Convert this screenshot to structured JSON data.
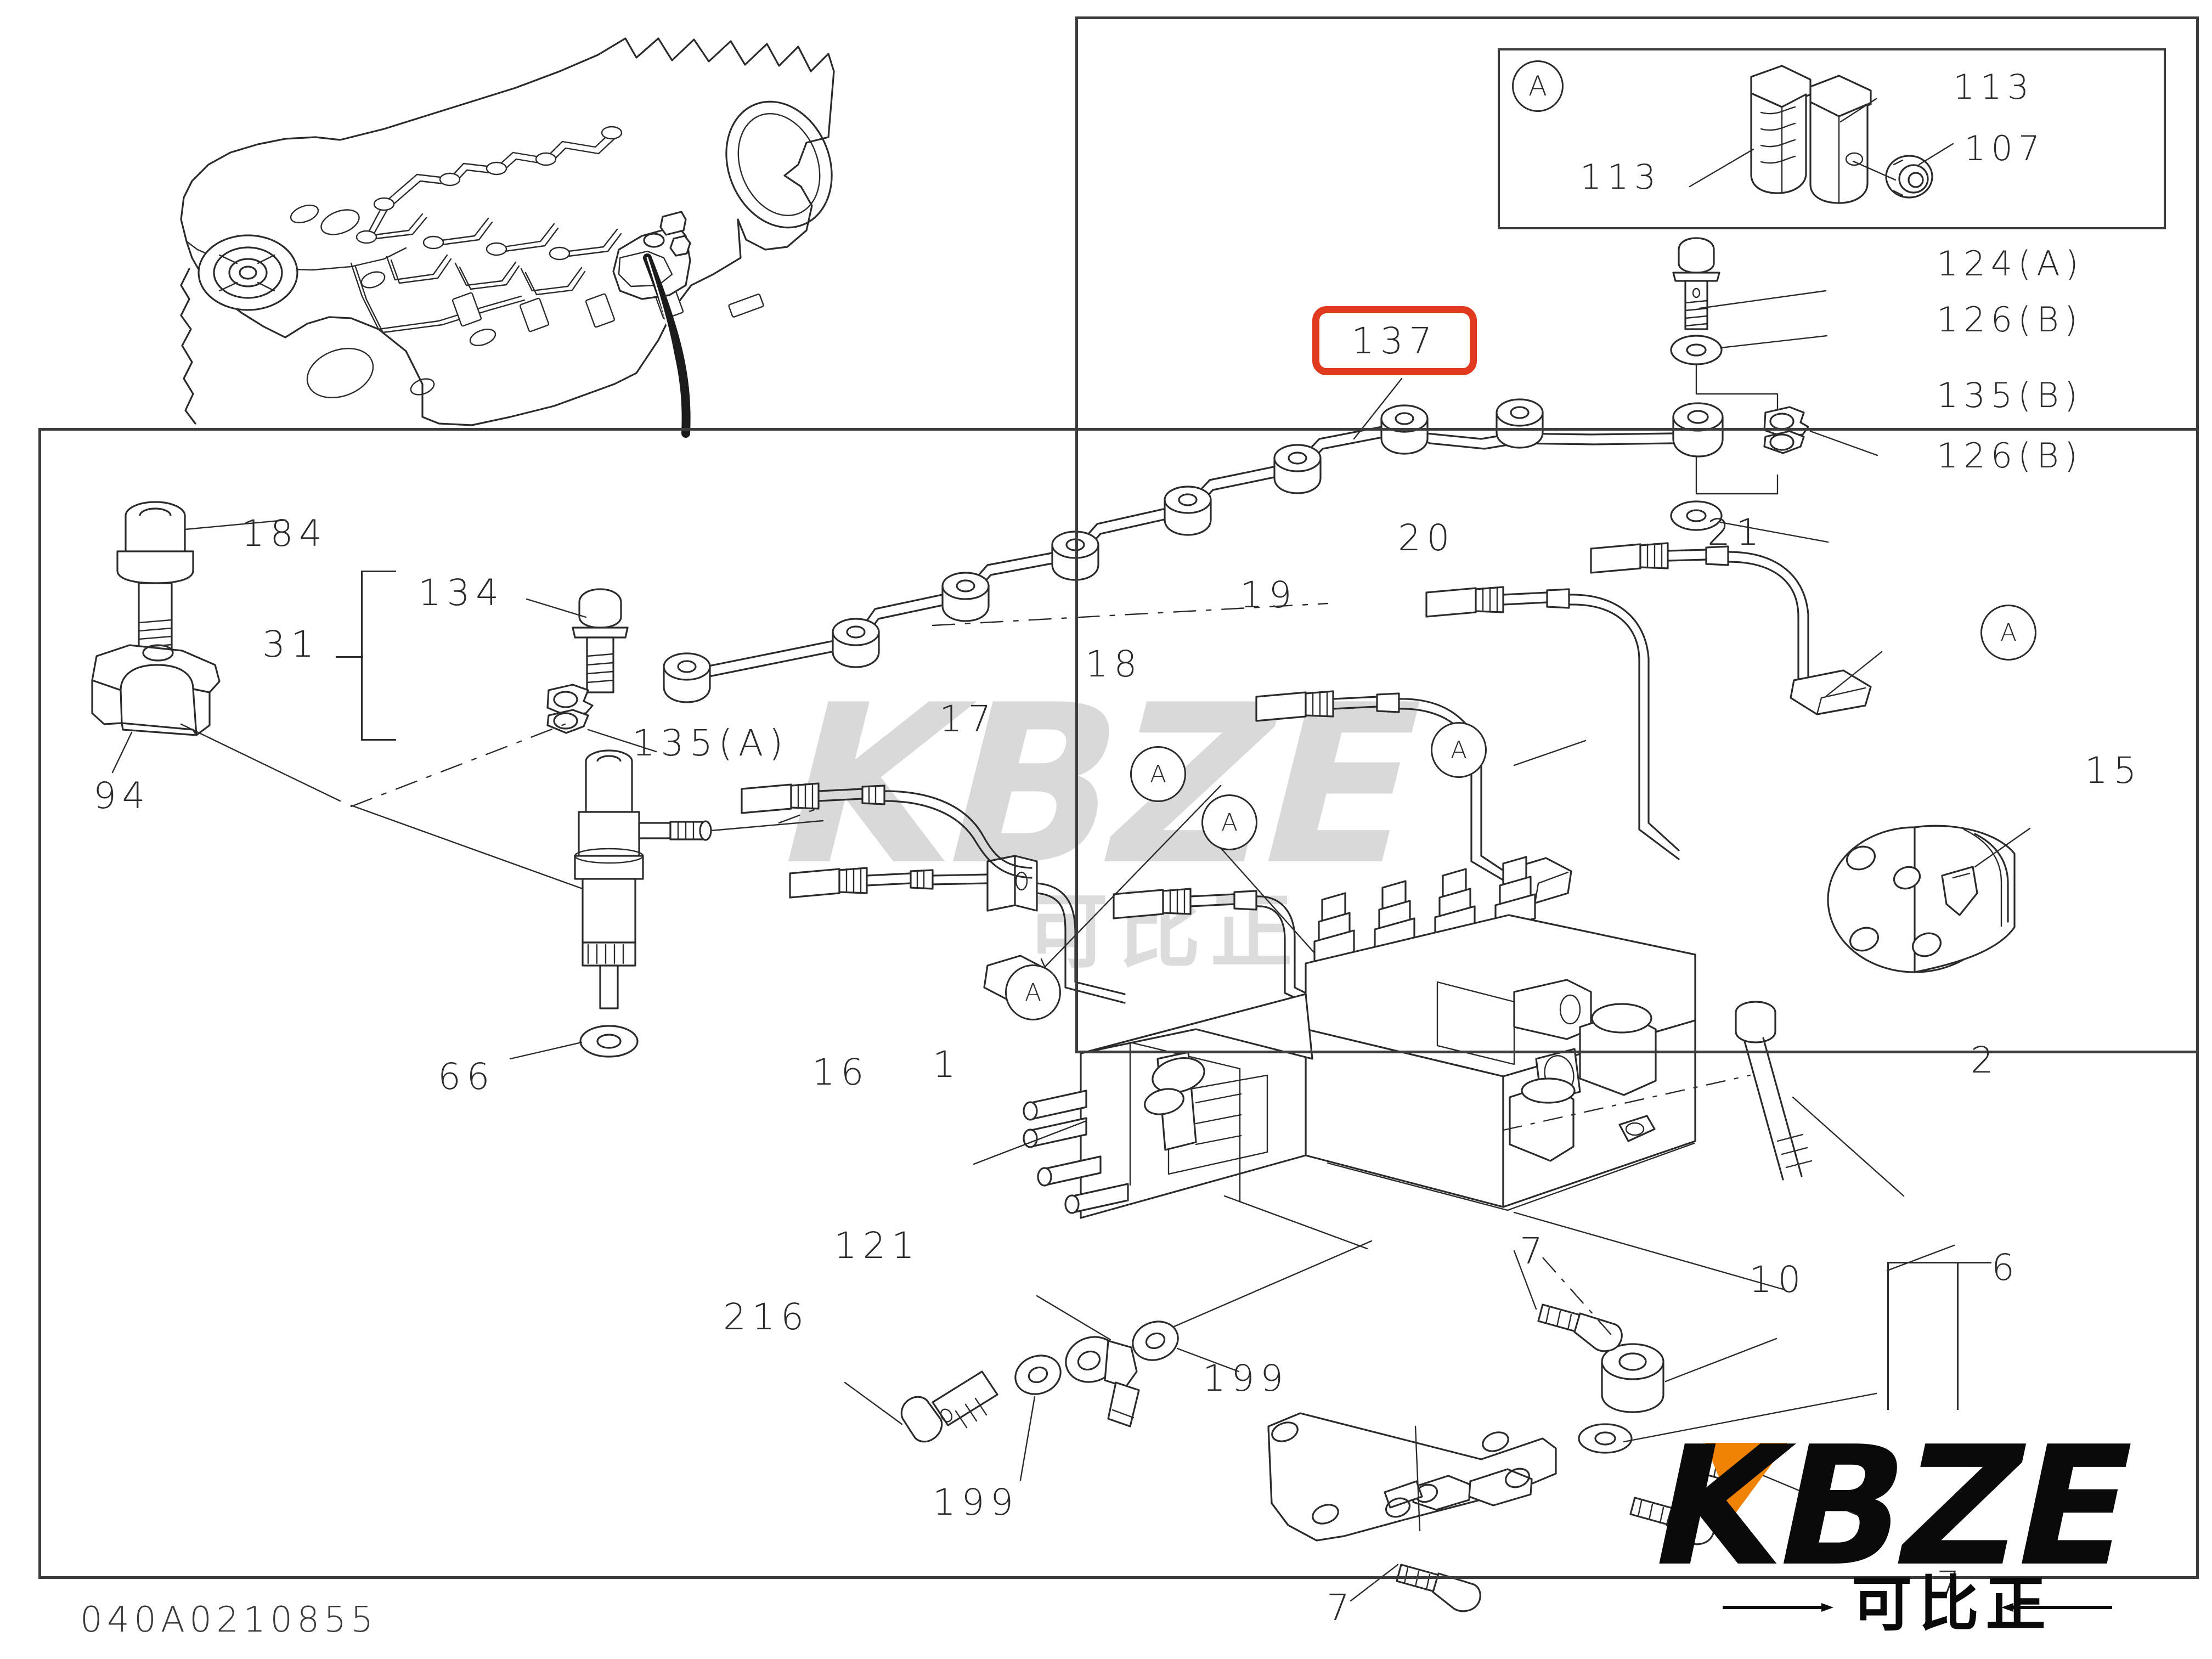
{
  "drawing": {
    "number": "040A0210855",
    "highlighted_part": "137",
    "highlight_color": "#E03A1E"
  },
  "detail_inset": {
    "marker": "A",
    "labels": [
      {
        "id": "113-left",
        "text": "113"
      },
      {
        "id": "113-right",
        "text": "113"
      },
      {
        "id": "107",
        "text": "107"
      }
    ]
  },
  "top_right_callouts": [
    {
      "id": "124A",
      "text": "124(A)"
    },
    {
      "id": "126B1",
      "text": "126(B)"
    },
    {
      "id": "135B",
      "text": "135(B)"
    },
    {
      "id": "126B2",
      "text": "126(B)"
    }
  ],
  "main_callouts": [
    {
      "id": "184",
      "text": "184"
    },
    {
      "id": "134",
      "text": "134"
    },
    {
      "id": "31",
      "text": "31"
    },
    {
      "id": "94",
      "text": "94"
    },
    {
      "id": "135A",
      "text": "135(A)"
    },
    {
      "id": "66",
      "text": "66"
    },
    {
      "id": "16",
      "text": "16"
    },
    {
      "id": "17",
      "text": "17"
    },
    {
      "id": "18",
      "text": "18"
    },
    {
      "id": "19",
      "text": "19"
    },
    {
      "id": "20",
      "text": "20"
    },
    {
      "id": "21",
      "text": "21"
    },
    {
      "id": "15",
      "text": "15"
    },
    {
      "id": "2",
      "text": "2"
    },
    {
      "id": "1",
      "text": "1"
    },
    {
      "id": "121",
      "text": "121"
    },
    {
      "id": "216",
      "text": "216"
    },
    {
      "id": "199a",
      "text": "199"
    },
    {
      "id": "199b",
      "text": "199"
    },
    {
      "id": "6",
      "text": "6"
    },
    {
      "id": "10",
      "text": "10"
    },
    {
      "id": "7a",
      "text": "7"
    },
    {
      "id": "7b",
      "text": "7"
    },
    {
      "id": "7c",
      "text": "7"
    }
  ],
  "circle_markers": [
    {
      "id": "a-inset",
      "text": "A"
    },
    {
      "id": "a-right",
      "text": "A"
    },
    {
      "id": "a-mid1",
      "text": "A"
    },
    {
      "id": "a-mid2",
      "text": "A"
    },
    {
      "id": "a-mid3",
      "text": "A"
    },
    {
      "id": "a-low",
      "text": "A"
    }
  ],
  "watermark": {
    "text": "KBZE",
    "chinese": "可比正",
    "color": "#d9d9d9"
  },
  "logo": {
    "text": "KBZE",
    "chinese": "可比正",
    "accent_color": "#EF8200",
    "text_color": "#0a0a0a"
  }
}
